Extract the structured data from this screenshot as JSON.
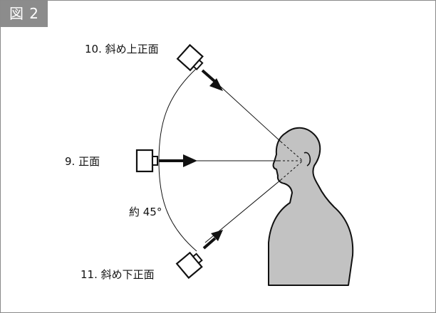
{
  "figure": {
    "badge": "図 2"
  },
  "labels": {
    "top": "10. 斜め上正面",
    "middle": "9. 正面",
    "bottom": "11. 斜め下正面",
    "angle": "約 45°"
  }
}
